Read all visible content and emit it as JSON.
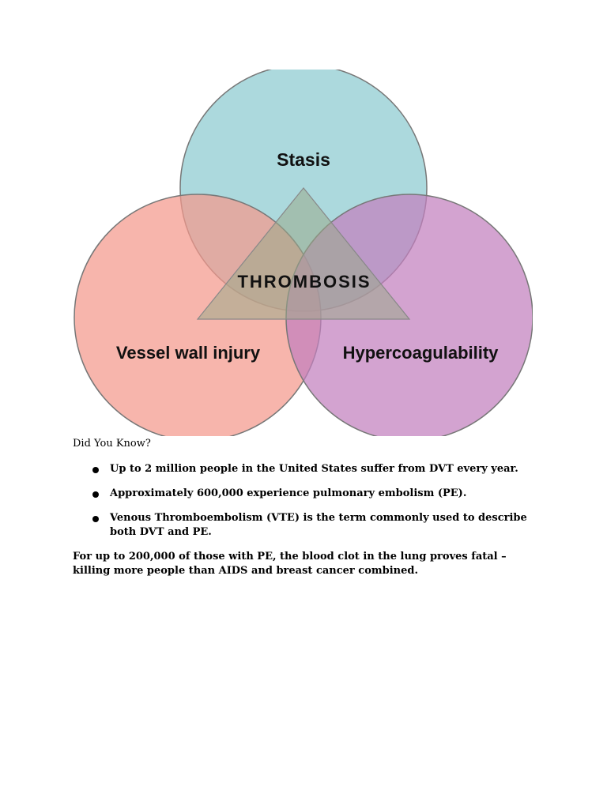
{
  "diagram": {
    "labels": {
      "top": "Stasis",
      "left": "Vessel wall injury",
      "right": "Hypercoagulability",
      "center": "THROMBOSIS"
    },
    "colors": {
      "top_circle": "#8ccbd0",
      "left_circle": "#f4998c",
      "right_circle": "#c27fbe",
      "triangle": "#9aaa8a",
      "outline": "#777777"
    }
  },
  "content": {
    "intro": "Did You Know?",
    "facts": [
      "Up to 2 million people in the United States suffer from DVT every year.",
      "Approximately 600,000 experience pulmonary embolism (PE).",
      "Venous Thromboembolism (VTE) is the term commonly used to describe both DVT and PE."
    ],
    "closing": "For up to 200,000 of those with PE, the blood clot in the lung proves fatal – killing more people than AIDS and breast cancer combined."
  }
}
